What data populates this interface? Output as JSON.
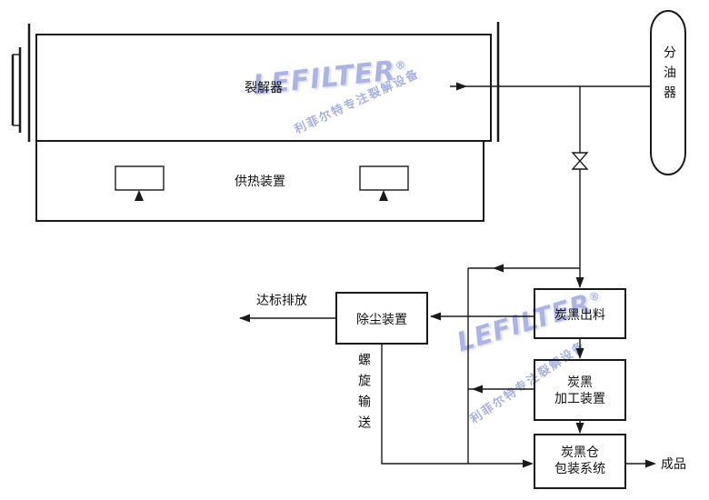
{
  "watermark": {
    "logo": "LEFILTER",
    "reg": "®",
    "slogan": "利菲尔特专注裂解设备",
    "color": "#9ea8e2"
  },
  "diagram": {
    "reactor": "裂解器",
    "heater": "供热装置",
    "separator": "分油器",
    "emission": "达标排放",
    "dust_removal": "除尘装置",
    "carbon_discharge": "炭黑出料",
    "processing_line1": "炭黑",
    "processing_line2": "加工装置",
    "packaging_line1": "炭黑仓",
    "packaging_line2": "包装系统",
    "screw_conveyor": "螺旋输送",
    "product": "成品"
  },
  "colors": {
    "line": "#1a1a1a",
    "background": "#ffffff",
    "watermark": "#9ea8e2"
  }
}
